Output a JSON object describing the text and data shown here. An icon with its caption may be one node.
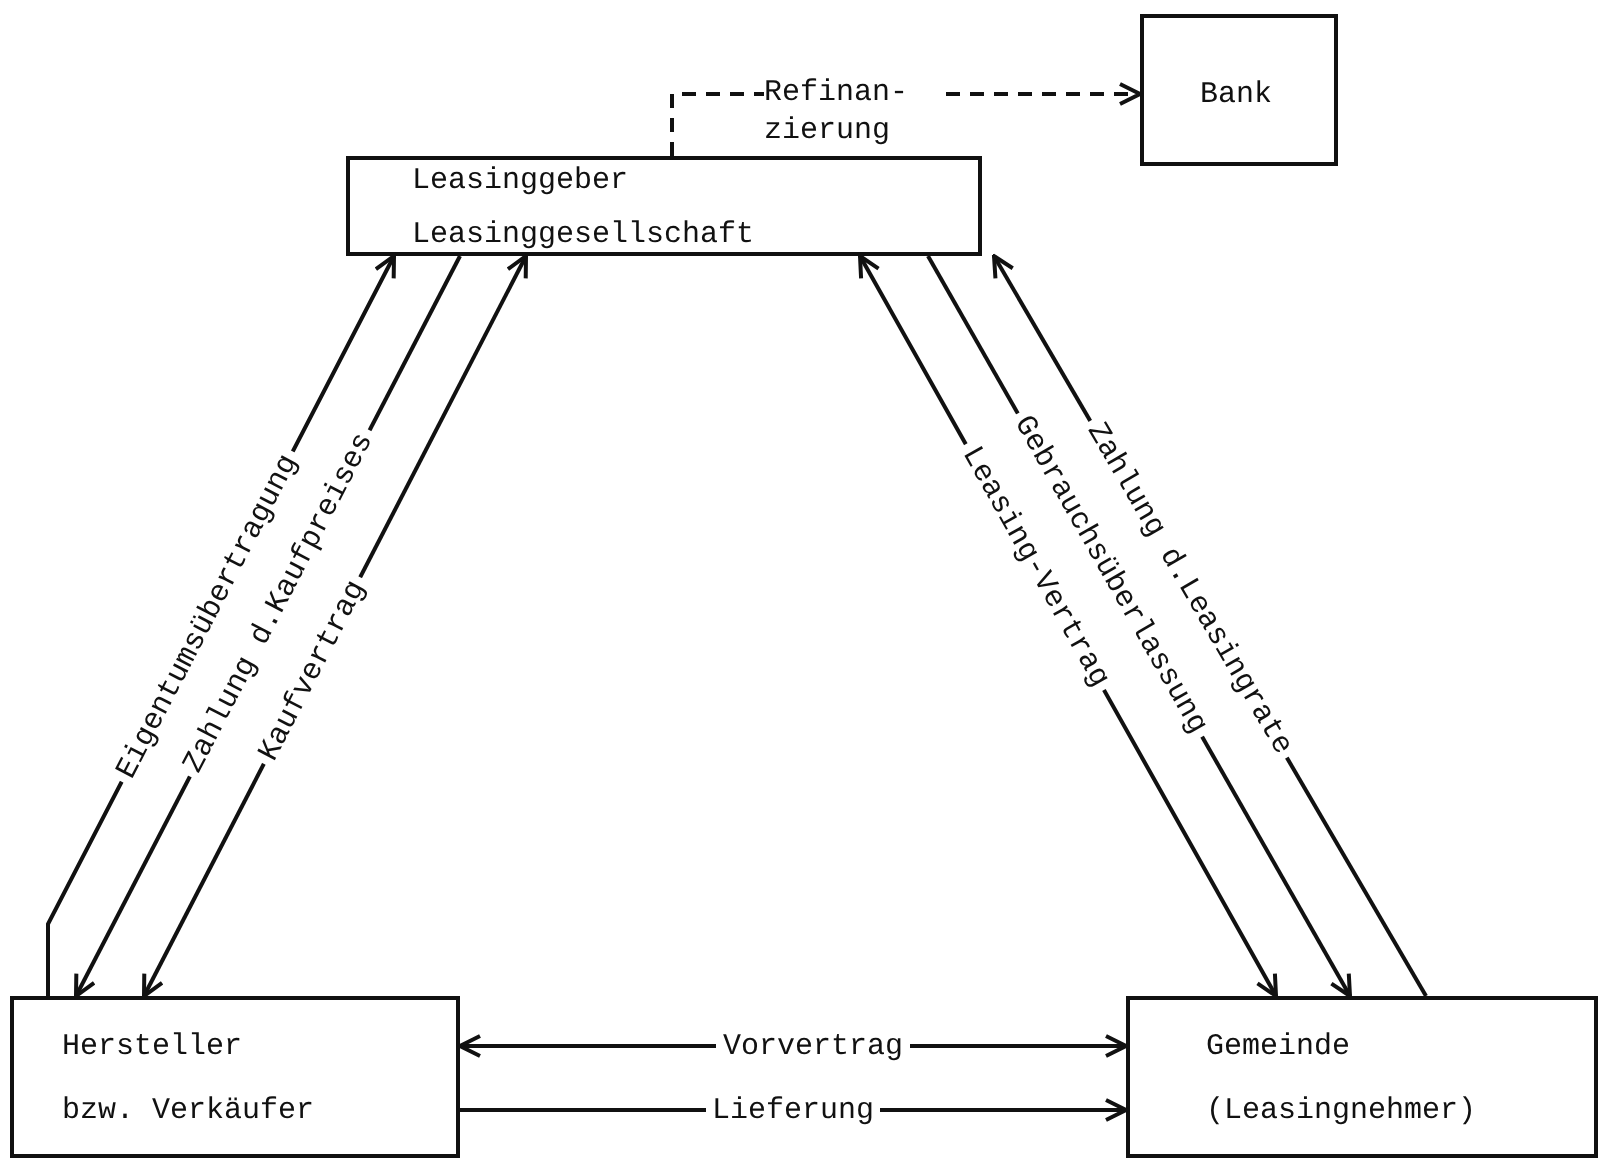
{
  "diagram": {
    "nodes": [
      {
        "text": [
          "Leasinggeber",
          "Leasinggesellschaft"
        ]
      },
      {
        "text": [
          "Bank"
        ]
      },
      {
        "text": [
          "Hersteller bzw. Verkäufer"
        ]
      },
      {
        "text": [
          "Gemeinde (Leasingnehmer)"
        ]
      }
    ],
    "edges": [
      {
        "from": 0,
        "to": 1,
        "arrow": "to",
        "label": "Refinan- zierung",
        "style": "dashed"
      },
      {
        "from": 2,
        "to": 0,
        "arrow": "to",
        "label": "Eigentumsübertragung"
      },
      {
        "from": 0,
        "to": 2,
        "arrow": "to",
        "label": "Zahlung d.Kaufpreises"
      },
      {
        "from": 2,
        "to": 0,
        "arrow": "both",
        "label": "Kaufvertrag"
      },
      {
        "from": 3,
        "to": 0,
        "arrow": "both",
        "label": "Leasing-Vertrag"
      },
      {
        "from": 0,
        "to": 3,
        "arrow": "to",
        "label": "Gebrauchsüberlassung"
      },
      {
        "from": 3,
        "to": 0,
        "arrow": "to",
        "label": "Zahlung d.Leasingrate"
      },
      {
        "from": 2,
        "to": 3,
        "arrow": "both",
        "label": "Vorvertrag"
      },
      {
        "from": 2,
        "to": 3,
        "arrow": "to",
        "label": "Lieferung"
      }
    ]
  }
}
